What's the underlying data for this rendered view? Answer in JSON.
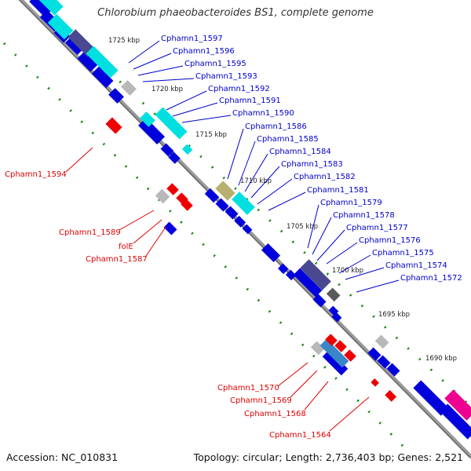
{
  "title": "Chlorobium phaeobacteroides BS1, complete genome",
  "accession": "Accession: NC_010831",
  "summary": "Topology: circular; Length: 2,736,403 bp; Genes: 2,521",
  "colors": {
    "forward_gene": "#0000dd",
    "reverse_gene": "#ee0000",
    "feature_cyan": "#00e0e0",
    "feature_indigo": "#4a4890",
    "feature_olive": "#b8b070",
    "feature_gray": "#b8b8b8",
    "feature_magenta": "#ee0090",
    "backbone": "#9a9a9a",
    "tick": "#118811",
    "label_forward": "#0000cc",
    "label_reverse": "#dd0000"
  },
  "scale_labels": [
    "1725 kbp",
    "1720 kbp",
    "1715 kbp",
    "1710 kbp",
    "1705 kbp",
    "1700 kbp",
    "1695 kbp",
    "1690 kbp"
  ],
  "forward_labels": [
    "Cphamn1_1597",
    "Cphamn1_1596",
    "Cphamn1_1595",
    "Cphamn1_1593",
    "Cphamn1_1592",
    "Cphamn1_1591",
    "Cphamn1_1590",
    "Cphamn1_1586",
    "Cphamn1_1585",
    "Cphamn1_1584",
    "Cphamn1_1583",
    "Cphamn1_1582",
    "Cphamn1_1581",
    "Cphamn1_1579",
    "Cphamn1_1578",
    "Cphamn1_1577",
    "Cphamn1_1576",
    "Cphamn1_1575",
    "Cphamn1_1574",
    "Cphamn1_1572"
  ],
  "reverse_labels": [
    "Cphamn1_1594",
    "Cphamn1_1589",
    "folE",
    "Cphamn1_1587",
    "Cphamn1_1570",
    "Cphamn1_1569",
    "Cphamn1_1568",
    "Cphamn1_1564"
  ]
}
